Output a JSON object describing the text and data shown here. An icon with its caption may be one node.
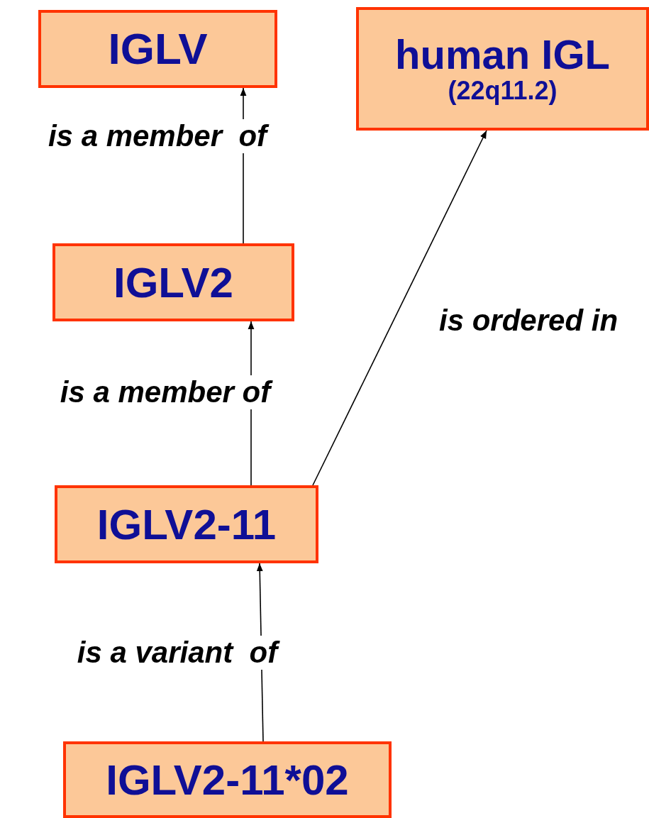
{
  "diagram": {
    "nodes": [
      {
        "text": [
          "IGLV"
        ]
      },
      {
        "text": [
          "human IGL",
          "(22q11.2)"
        ]
      },
      {
        "text": [
          "IGLV2"
        ]
      },
      {
        "text": [
          "IGLV2-11"
        ]
      },
      {
        "text": [
          "IGLV2-11*02"
        ]
      }
    ],
    "edges": [
      {
        "from": 2,
        "to": 0,
        "arrow": "to",
        "label": "is a member  of"
      },
      {
        "from": 3,
        "to": 2,
        "arrow": "to",
        "label": "is a member of"
      },
      {
        "from": 3,
        "to": 1,
        "arrow": "to",
        "label": "is ordered in"
      },
      {
        "from": 4,
        "to": 3,
        "arrow": "to",
        "label": "is a variant  of"
      }
    ]
  }
}
